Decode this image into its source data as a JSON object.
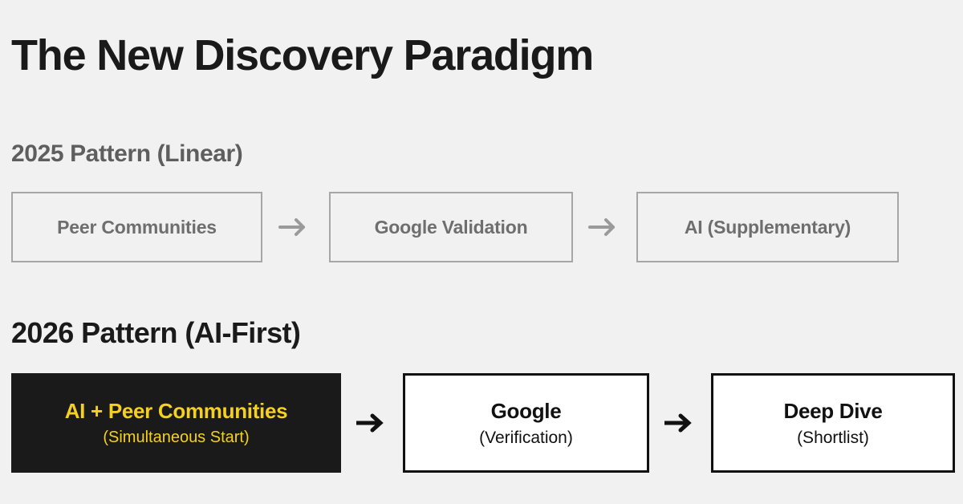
{
  "title": "The New Discovery Paradigm",
  "sections": [
    {
      "heading": "2025 Pattern (Linear)",
      "style": "linear",
      "arrow_glyph": "arrow-right-icon",
      "steps": [
        {
          "label": "Peer Communities",
          "sublabel": ""
        },
        {
          "label": "Google Validation",
          "sublabel": ""
        },
        {
          "label": "AI (Supplementary)",
          "sublabel": ""
        }
      ]
    },
    {
      "heading": "2026 Pattern (AI-First)",
      "style": "ai-first",
      "arrow_glyph": "arrow-right-icon",
      "steps": [
        {
          "label": "AI + Peer Communities",
          "sublabel": "(Simultaneous Start)"
        },
        {
          "label": "Google",
          "sublabel": "(Verification)"
        },
        {
          "label": "Deep Dive",
          "sublabel": "(Shortlist)"
        }
      ]
    }
  ],
  "colors": {
    "background": "#f1f1f1",
    "title_text": "#1a1a1a",
    "heading_2025_text": "#5e5e5e",
    "heading_2026_text": "#1a1a1a",
    "box_2025_border": "#a6a6a6",
    "box_2025_text": "#6e6e6e",
    "arrow_2025": "#9a9a9a",
    "highlight_box_bg": "#1a1a1a",
    "highlight_text": "#f5d021",
    "box_2026_border": "#111111",
    "box_2026_bg": "#ffffff",
    "box_2026_text": "#111111",
    "arrow_2026": "#111111"
  }
}
